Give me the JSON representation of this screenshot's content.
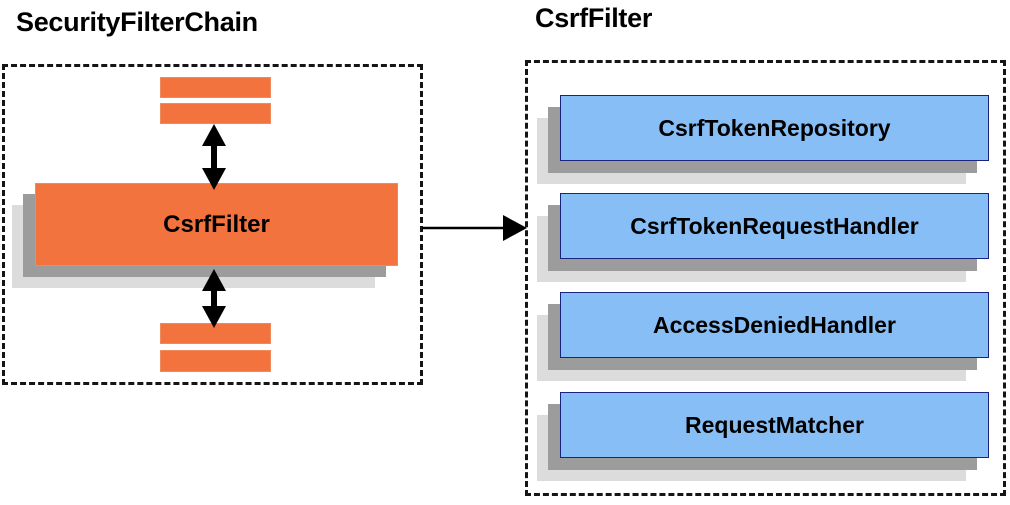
{
  "diagram": {
    "type": "architecture-block-diagram",
    "panels": [
      {
        "id": "security-filter-chain",
        "title": "SecurityFilterChain",
        "accent_color": "#F2733D",
        "nodes": [
          {
            "label": "",
            "kind": "filter-slice",
            "position": "top-1"
          },
          {
            "label": "",
            "kind": "filter-slice",
            "position": "top-2"
          },
          {
            "label": "CsrfFilter",
            "kind": "stacked-component",
            "position": "center"
          },
          {
            "label": "",
            "kind": "filter-slice",
            "position": "bottom-1"
          },
          {
            "label": "",
            "kind": "filter-slice",
            "position": "bottom-2"
          }
        ]
      },
      {
        "id": "csrf-filter",
        "title": "CsrfFilter",
        "accent_color": "#86BEF5",
        "nodes": [
          {
            "label": "CsrfTokenRepository",
            "kind": "stacked-component"
          },
          {
            "label": "CsrfTokenRequestHandler",
            "kind": "stacked-component"
          },
          {
            "label": "AccessDeniedHandler",
            "kind": "stacked-component"
          },
          {
            "label": "RequestMatcher",
            "kind": "stacked-component"
          }
        ]
      }
    ],
    "connectors": [
      {
        "id": "chain-up",
        "from": "CsrfFilter",
        "to": "filter-slice-top",
        "style": "double-headed-vertical"
      },
      {
        "id": "chain-down",
        "from": "CsrfFilter",
        "to": "filter-slice-bottom",
        "style": "double-headed-vertical"
      },
      {
        "id": "expand",
        "from": "SecurityFilterChain.CsrfFilter",
        "to": "CsrfFilter panel",
        "style": "single-headed-horizontal"
      }
    ],
    "colors": {
      "orange": "#F2733D",
      "orange_border": "#F08A5D",
      "blue": "#86BEF5",
      "blue_border": "#1A237E",
      "shadow_dark": "#9C9C9C",
      "shadow_light": "#DCDCDC",
      "outline": "#151515",
      "text": "#000000",
      "background": "#FFFFFF"
    }
  }
}
